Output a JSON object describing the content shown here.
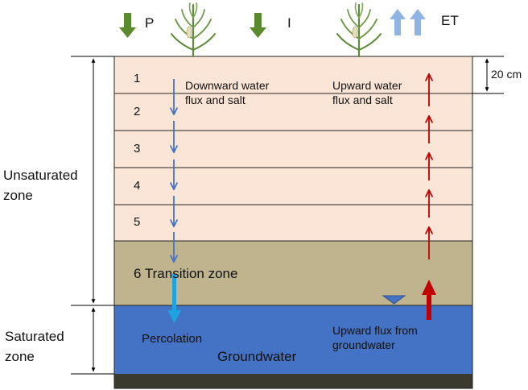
{
  "inputs": {
    "precipitation": "P",
    "irrigation": "I",
    "evapotranspiration": "ET"
  },
  "scale_label": "20 cm",
  "layers": [
    {
      "number": "1"
    },
    {
      "number": "2"
    },
    {
      "number": "3"
    },
    {
      "number": "4"
    },
    {
      "number": "5"
    }
  ],
  "transition_zone": "6 Transition zone",
  "downward_label": "Downward water\nflux and salt",
  "upward_label": "Upward water\nflux and salt",
  "unsaturated_zone": "Unsaturated\nzone",
  "saturated_zone": "Saturated\nzone",
  "percolation": "Percolation",
  "groundwater": "Groundwater",
  "upward_from_groundwater": "Upward flux from\ngroundwater",
  "colors": {
    "soil_layers": "#fbe5d6",
    "transition_zone": "#bfb48e",
    "groundwater": "#4472c4",
    "bedrock": "#3a3a2e",
    "input_arrow": "#5b8a2e",
    "et_arrow": "#8fb4e3",
    "downward_arrow": "#4472c4",
    "upward_arrow": "#c00000",
    "percolation_arrow": "#1fa3e0"
  }
}
